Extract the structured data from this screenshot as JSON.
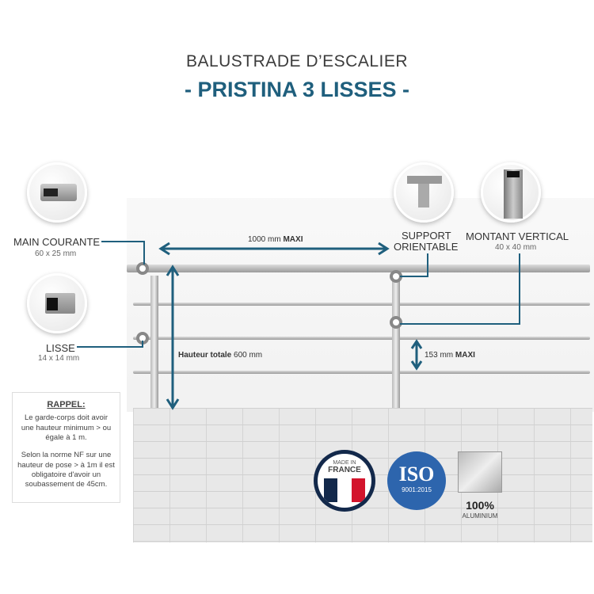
{
  "header": {
    "title": "BALUSTRADE D’ESCALIER",
    "subtitle": "- PRISTINA 3 LISSES -"
  },
  "components": {
    "main_courante": {
      "label": "MAIN COURANTE",
      "size": "60 x 25 mm"
    },
    "lisse": {
      "label": "LISSE",
      "size": "14 x 14 mm"
    },
    "support": {
      "label_1": "SUPPORT",
      "label_2": "ORIENTABLE"
    },
    "montant": {
      "label": "MONTANT VERTICAL",
      "size": "40 x 40 mm"
    }
  },
  "dimensions": {
    "width_value": "1000 mm",
    "width_suffix": "MAXI",
    "height_prefix": "Hauteur totale",
    "height_value": "600 mm",
    "gap_value": "153 mm",
    "gap_suffix": "MAXI"
  },
  "rappel": {
    "title": "RAPPEL:",
    "p1": "Le garde-corps doit avoir une hauteur minimum > ou égale à 1 m.",
    "p2": "Selon la norme NF sur une hauteur de pose > à 1m il est obligatoire d'avoir un soubassement de 45cm."
  },
  "badges": {
    "france_1": "MADE IN",
    "france_2": "FRANCE",
    "iso": "ISO",
    "iso_std": "9001:2015",
    "alu_pct": "100%",
    "alu_label": "ALUMINIUM"
  },
  "colors": {
    "accent": "#1f5f7d",
    "iso_blue": "#2d65ad",
    "navy": "#13294b",
    "red": "#d3142c"
  }
}
